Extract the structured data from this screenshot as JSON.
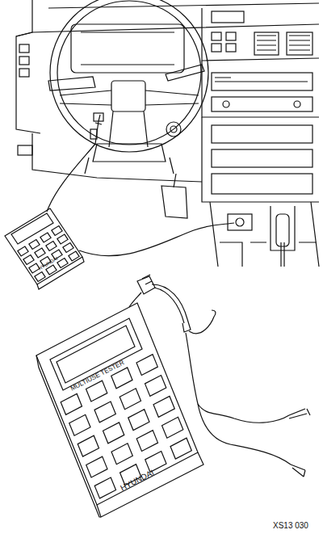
{
  "diagram": {
    "labels": [
      "HYUNDAI",
      "MULTIUSE TESTER",
      "HYUNDAI",
      "XS13 030"
    ]
  }
}
